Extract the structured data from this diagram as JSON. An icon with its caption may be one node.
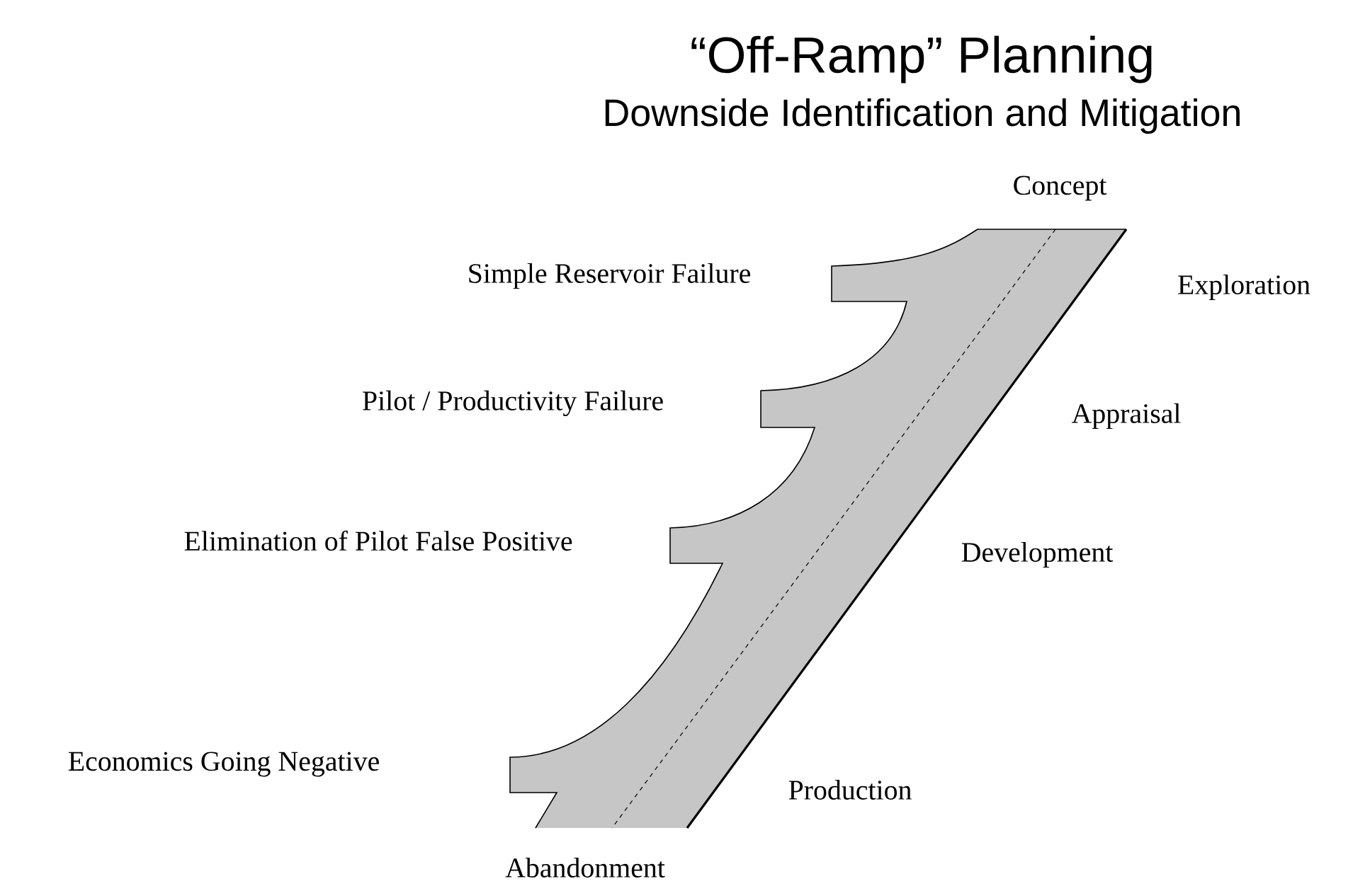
{
  "diagram": {
    "title": "“Off-Ramp” Planning",
    "labels": [
      "Downside Identification and Mitigation",
      "Concept",
      "Simple Reservoir Failure",
      "Exploration",
      "Pilot / Productivity Failure",
      "Appraisal",
      "Elimination of Pilot False Positive",
      "Development",
      "Economics Going Negative",
      "Production",
      "Abandonment"
    ]
  }
}
